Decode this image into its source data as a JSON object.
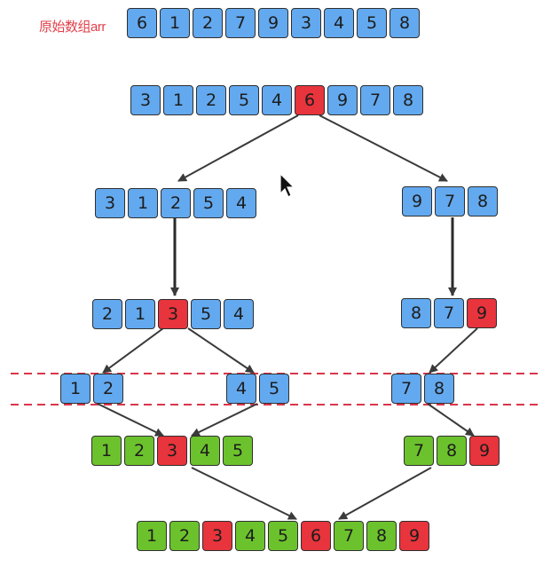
{
  "label": "原始数组arr",
  "rows": {
    "orig": {
      "cells": [
        {
          "v": "6",
          "c": "blue"
        },
        {
          "v": "1",
          "c": "blue"
        },
        {
          "v": "2",
          "c": "blue"
        },
        {
          "v": "7",
          "c": "blue"
        },
        {
          "v": "9",
          "c": "blue"
        },
        {
          "v": "3",
          "c": "blue"
        },
        {
          "v": "4",
          "c": "blue"
        },
        {
          "v": "5",
          "c": "blue"
        },
        {
          "v": "8",
          "c": "blue"
        }
      ]
    },
    "part1": {
      "cells": [
        {
          "v": "3",
          "c": "blue"
        },
        {
          "v": "1",
          "c": "blue"
        },
        {
          "v": "2",
          "c": "blue"
        },
        {
          "v": "5",
          "c": "blue"
        },
        {
          "v": "4",
          "c": "blue"
        },
        {
          "v": "6",
          "c": "red"
        },
        {
          "v": "9",
          "c": "blue"
        },
        {
          "v": "7",
          "c": "blue"
        },
        {
          "v": "8",
          "c": "blue"
        }
      ]
    },
    "left1": {
      "cells": [
        {
          "v": "3",
          "c": "blue"
        },
        {
          "v": "1",
          "c": "blue"
        },
        {
          "v": "2",
          "c": "blue"
        },
        {
          "v": "5",
          "c": "blue"
        },
        {
          "v": "4",
          "c": "blue"
        }
      ]
    },
    "right1": {
      "cells": [
        {
          "v": "9",
          "c": "blue"
        },
        {
          "v": "7",
          "c": "blue"
        },
        {
          "v": "8",
          "c": "blue"
        }
      ]
    },
    "left2": {
      "cells": [
        {
          "v": "2",
          "c": "blue"
        },
        {
          "v": "1",
          "c": "blue"
        },
        {
          "v": "3",
          "c": "red"
        },
        {
          "v": "5",
          "c": "blue"
        },
        {
          "v": "4",
          "c": "blue"
        }
      ]
    },
    "right2": {
      "cells": [
        {
          "v": "8",
          "c": "blue"
        },
        {
          "v": "7",
          "c": "blue"
        },
        {
          "v": "9",
          "c": "red"
        }
      ]
    },
    "ll": {
      "cells": [
        {
          "v": "1",
          "c": "blue"
        },
        {
          "v": "2",
          "c": "blue"
        }
      ]
    },
    "lr": {
      "cells": [
        {
          "v": "4",
          "c": "blue"
        },
        {
          "v": "5",
          "c": "blue"
        }
      ]
    },
    "rl": {
      "cells": [
        {
          "v": "7",
          "c": "blue"
        },
        {
          "v": "8",
          "c": "blue"
        }
      ]
    },
    "lres": {
      "cells": [
        {
          "v": "1",
          "c": "green"
        },
        {
          "v": "2",
          "c": "green"
        },
        {
          "v": "3",
          "c": "red"
        },
        {
          "v": "4",
          "c": "green"
        },
        {
          "v": "5",
          "c": "green"
        }
      ]
    },
    "rres": {
      "cells": [
        {
          "v": "7",
          "c": "green"
        },
        {
          "v": "8",
          "c": "green"
        },
        {
          "v": "9",
          "c": "red"
        }
      ]
    },
    "final": {
      "cells": [
        {
          "v": "1",
          "c": "green"
        },
        {
          "v": "2",
          "c": "green"
        },
        {
          "v": "3",
          "c": "red"
        },
        {
          "v": "4",
          "c": "green"
        },
        {
          "v": "5",
          "c": "green"
        },
        {
          "v": "6",
          "c": "red"
        },
        {
          "v": "7",
          "c": "green"
        },
        {
          "v": "8",
          "c": "green"
        },
        {
          "v": "9",
          "c": "red"
        }
      ]
    }
  },
  "colors": {
    "blue": "#63a9ef",
    "red": "#e8343c",
    "green": "#6cc22c",
    "label": "#e2404a",
    "dashed": "#d9364a",
    "arrow": "#3a3a3a"
  }
}
